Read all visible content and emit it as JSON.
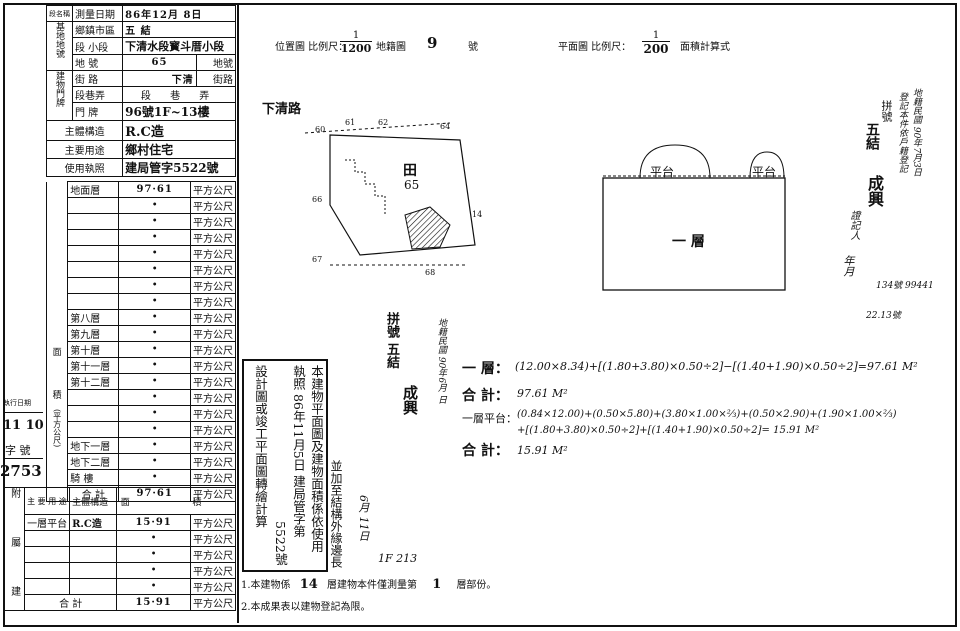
{
  "left_strip": {
    "l1": "執行日期",
    "l2": "11 10",
    "l3": "字 號",
    "l4": "2753"
  },
  "reg": {
    "section_label": "段名稱",
    "survey_date_label": "測量日期",
    "survey_date": "86年12月 8日",
    "town_label": "鄉鎮市區",
    "town": "五 結",
    "section_label2": "段 小段",
    "section": "下清水段寳斗厝小段",
    "land_no_label": "地 號",
    "land_no": "65",
    "land_no_suffix": "地號",
    "street_label": "街 路",
    "street": "下清",
    "street_suffix": "街路",
    "lane_label": "段巷弄",
    "lane_value": "段 巷 弄",
    "door_label": "門 牌",
    "door_no": "96號1F~13樓",
    "structure_label": "主體構造",
    "structure": "R.C造",
    "usage_label": "主要用途",
    "usage": "鄉村住宅",
    "license_label": "使用執照",
    "license": "建局管字5522號",
    "area_label": "地面層",
    "area_ground": "97·61",
    "unit": "平方公尺",
    "blank_mark": "•",
    "floor8": "第八層",
    "floor9": "第九層",
    "floor10": "第十層",
    "floor11": "第十一層",
    "floor12": "第十二層",
    "b1": "地下一層",
    "b2": "地下二層",
    "podium": "騎 樓",
    "total_label": "合 計",
    "total": "97·61",
    "side_area": "面",
    "side_ji": "積",
    "side_unit": "(平方公尺)",
    "annex_label1": "主 要 用 途",
    "annex_label2": "主體構造",
    "annex_label3": "面 積",
    "annex_use": "一層平台",
    "annex_struct": "R.C造",
    "annex_area": "15·91",
    "annex_total_label": "合 計",
    "annex_total": "15·91",
    "annex_side": "附 屬 建 物"
  },
  "header": {
    "pos_label": "位置圖 比例尺：",
    "pos_scale_num": "1",
    "pos_scale_den": "1200",
    "map_sheet": "地籍圖",
    "map_no": "9",
    "map_no_suffix": "號",
    "plan_label": "平面圖 比例尺：",
    "plan_scale_num": "1",
    "plan_scale_den": "200",
    "calc_label": "面積計算式"
  },
  "site": {
    "road": "下清路",
    "parcel_name": "田",
    "parcel_no": "65",
    "n60": "60",
    "n61": "61",
    "n62": "62",
    "n64": "64",
    "n66": "66",
    "n67": "67",
    "n68": "68",
    "n14": "14"
  },
  "plan": {
    "platform": "平台",
    "floor1": "一 層"
  },
  "calc": {
    "l1_label": "一 層：",
    "l1": "(12.00×8.34)+[(1.80+3.80)×0.50÷2]−[(1.40+1.90)×0.50÷2]=97.61 M²",
    "t1_label": "合 計：",
    "t1": "97.61 M²",
    "l2_label": "一層平台：",
    "l2a": "(0.84×12.00)+(0.50×5.80)+(3.80×1.00×⅔)+(0.50×2.90)+(1.90×1.00×⅔)",
    "l2b": "+[(1.80+3.80)×0.50÷2]+[(1.40+1.90)×0.50÷2]= 15.91 M²",
    "t2_label": "合 計：",
    "t2": "15.91 M²"
  },
  "cert": {
    "c1": "本建物平面圖及建物面積係依使用",
    "c2": "執照 86年11月5日 建局管字第",
    "c3": "5522號",
    "c4": "設計圖或竣工平面圖轉繪計算",
    "side": "並加至結構外緣邊長"
  },
  "notes": {
    "n1a": "1.本建物係",
    "n1b": "14",
    "n1c": "層建物本件僅測量第",
    "n1d": "1",
    "n1e": "層部份。",
    "n2": "2.本成果表以建物登記為限。"
  },
  "stamps": {
    "r1": "地籍民國 90年7月3日",
    "r2": "登記本件依戶籍登記",
    "r3": "拼號",
    "r4": "五結",
    "r5": "成興",
    "r6": "證記人",
    "r7": "年月",
    "m1": "地籍民國 90年6月 日",
    "m2": "拼號 五結",
    "m3": "成興",
    "m4": "6月 11日",
    "m5": "1F 213"
  },
  "hand": {
    "h1": "134號 99441",
    "h2": "22.13號"
  }
}
